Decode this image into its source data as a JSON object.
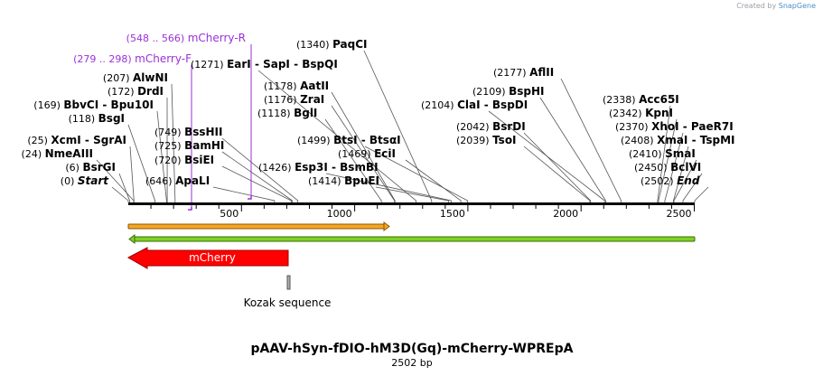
{
  "credit": {
    "prefix": "Created by",
    "brand": "SnapGene"
  },
  "map": {
    "name": "pAAV-hSyn-fDIO-hM3D(Gq)-mCherry-WPREpA",
    "length_label": "2502 bp",
    "length": 2502,
    "ticks": [
      500,
      1000,
      1500,
      2000,
      2500
    ]
  },
  "sites": [
    {
      "name": "Start",
      "pos": "0",
      "italic": true,
      "at": 0
    },
    {
      "name": "BsrGI",
      "pos": "6",
      "at": 6
    },
    {
      "name": "NmeAIII",
      "pos": "24",
      "at": 24
    },
    {
      "name": "XcmI",
      "name2": "SgrAI",
      "pos": "25",
      "at": 25
    },
    {
      "name": "BsgI",
      "pos": "118",
      "at": 118
    },
    {
      "name": "BbvCI",
      "name2": "Bpu10I",
      "pos": "169",
      "at": 169
    },
    {
      "name": "DrdI",
      "pos": "172",
      "at": 172
    },
    {
      "name": "AlwNI",
      "pos": "207",
      "at": 207
    },
    {
      "name": "ApaLI",
      "pos": "646",
      "at": 646
    },
    {
      "name": "BsiEI",
      "pos": "720",
      "at": 720
    },
    {
      "name": "BamHI",
      "pos": "725",
      "at": 725
    },
    {
      "name": "BssHII",
      "pos": "749",
      "at": 749
    },
    {
      "name": "BglI",
      "pos": "1118",
      "at": 1118
    },
    {
      "name": "ZraI",
      "pos": "1176",
      "at": 1176
    },
    {
      "name": "AatII",
      "pos": "1178",
      "at": 1178
    },
    {
      "name": "EarI",
      "name2": "SapI",
      "name3": "BspQI",
      "pos": "1271",
      "at": 1271
    },
    {
      "name": "PaqCI",
      "pos": "1340",
      "at": 1340
    },
    {
      "name": "BpuEI",
      "pos": "1414",
      "at": 1414
    },
    {
      "name": "Esp3I",
      "name2": "BsmBI",
      "pos": "1426",
      "at": 1426
    },
    {
      "name": "EciI",
      "pos": "1469",
      "at": 1469
    },
    {
      "name": "BtsI",
      "name2": "BtsαI",
      "pos": "1499",
      "at": 1499
    },
    {
      "name": "TsoI",
      "pos": "2039",
      "at": 2039
    },
    {
      "name": "BsrDI",
      "pos": "2042",
      "at": 2042
    },
    {
      "name": "ClaI",
      "name2": "BspDI",
      "pos": "2104",
      "at": 2104
    },
    {
      "name": "BspHI",
      "pos": "2109",
      "at": 2109
    },
    {
      "name": "AflII",
      "pos": "2177",
      "at": 2177
    },
    {
      "name": "Acc65I",
      "pos": "2338",
      "at": 2338
    },
    {
      "name": "KpnI",
      "pos": "2342",
      "at": 2342
    },
    {
      "name": "XhoI",
      "name2": "PaeR7I",
      "pos": "2370",
      "at": 2370
    },
    {
      "name": "XmaI",
      "name2": "TspMI",
      "pos": "2408",
      "at": 2408
    },
    {
      "name": "SmaI",
      "pos": "2410",
      "at": 2410
    },
    {
      "name": "BclVI",
      "pos": "2450",
      "at": 2450
    },
    {
      "name": "End",
      "pos": "2502",
      "italic": true,
      "at": 2502
    }
  ],
  "primers": [
    {
      "label": "mCherry-F",
      "range": "279 .. 298",
      "start": 279,
      "end": 298
    },
    {
      "label": "mCherry-R",
      "range": "548 .. 566",
      "start": 548,
      "end": 566
    }
  ],
  "features": [
    {
      "name": "mCherry",
      "type": "arrow-left",
      "color": "#ff0000"
    },
    {
      "name": "Kozak sequence",
      "type": "box",
      "color": "#b0b0b0"
    }
  ],
  "bars": [
    {
      "color_fill": "#f5a623",
      "color_edge": "#8b5a00"
    },
    {
      "color_fill": "#7ed321",
      "color_edge": "#3d6b10"
    }
  ],
  "colors": {
    "primer": "#9b30d8",
    "text": "#000000",
    "backbone": "#000000"
  }
}
